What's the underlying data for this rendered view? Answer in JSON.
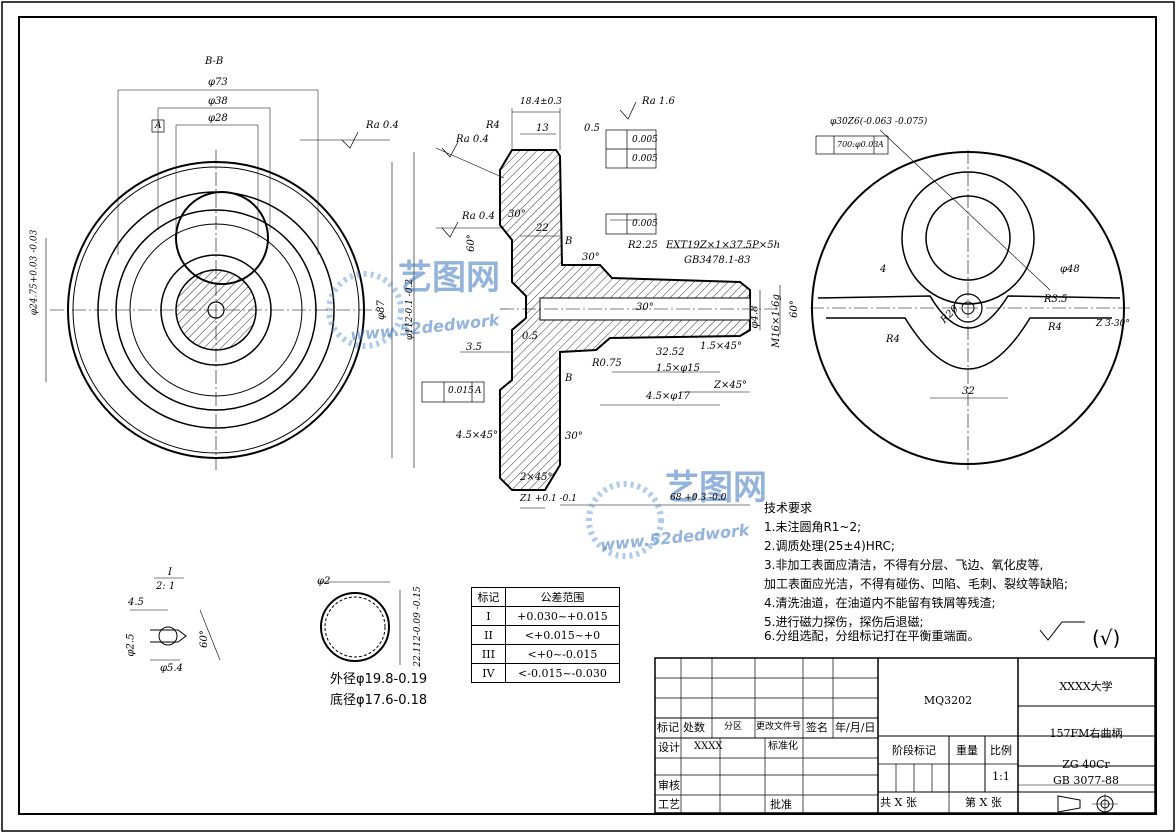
{
  "section_title": "B-B",
  "dims_left": {
    "d73": "φ73",
    "d38": "φ38",
    "d28": "φ28",
    "datum_a": "A",
    "ra04": "Ra 0.4",
    "d24": "φ24.75+0.03 -0.03",
    "d87": "φ87",
    "d112": "φ112-0.1 -0.2"
  },
  "dims_section": {
    "w18": "18.4±0.3",
    "w13": "13",
    "r4": "R4",
    "ra04a": "Ra 0.4",
    "ra04b": "Ra 0.4",
    "ra16": "Ra 1.6",
    "v05a": "0.5",
    "v05b": "0.5",
    "tol_circ": "0.005",
    "tol_cyl": "0.005",
    "tol_cyl2": "0.005",
    "a30a": "30°",
    "a30b": "30°",
    "a30c": "30°",
    "a30d": "30°",
    "a60": "60°",
    "d22": "22",
    "b_top": "B",
    "b_bot": "B",
    "r225": "R2.25",
    "thread": "EXT19Z×1×37.5P×5h",
    "std": "GB3478.1-83",
    "d35": "3.5",
    "d32": "32.52",
    "r075": "R0.75",
    "c15": "1.5×45°",
    "c15b": "1.5×φ15",
    "c45": "4.5×φ17",
    "z45": "Z×45°",
    "d48": "φ4.8",
    "m16": "M16×1-6g",
    "a60b": "60°",
    "perp": "0.015",
    "datum_a2": "A",
    "c45b": "4.5×45°",
    "c2": "2×45°",
    "z1": "Z1 +0.1 -0.1",
    "l68": "68 +0.3 -0.0"
  },
  "dims_right": {
    "d30": "φ30Z6(-0.063 -0.075)",
    "par_tol": "700:φ0.03",
    "datum": "A",
    "d4": "4",
    "r4": "R4",
    "d48": "φ48",
    "r35": "R3.5",
    "r20": "R20",
    "r4b": "R4",
    "z330": "Z 3-30°",
    "d32": "32"
  },
  "detail": {
    "label_i": "I",
    "scale": "2: 1",
    "d45": "4.5",
    "d25": "φ2.5",
    "d54": "φ5.4",
    "a60": "60°",
    "d2": "φ2",
    "d22": "22.112-0.09 -0.15",
    "od_label": "外径φ19.8-0.19",
    "root_label": "底径φ17.6-0.18"
  },
  "tolerance_table": {
    "headers": [
      "标记",
      "公差范围"
    ],
    "rows": [
      [
        "I",
        "+0.030~+0.015"
      ],
      [
        "II",
        "<+0.015~+0"
      ],
      [
        "III",
        "<+0~-0.015"
      ],
      [
        "IV",
        "<-0.015~-0.030"
      ]
    ]
  },
  "tech_requirements": {
    "title": "技术要求",
    "items": [
      "1.未注圆角R1~2;",
      "2.调质处理(25±4)HRC;",
      "3.非加工表面应清洁，不得有分层、飞边、氧化皮等,",
      "加工表面应光洁，不得有碰伤、凹陷、毛刺、裂纹等缺陷;",
      "4.清洗油道，在油道内不能留有铁屑等残渣;",
      "5.进行磁力探伤，探伤后退磁;",
      "6.分组选配，分组标记打在平衡重端面。"
    ],
    "roughness_symbol": "(√)"
  },
  "title_block": {
    "drawing_no": "MQ3202",
    "university": "XXXX大学",
    "part_name": "157FM右曲柄",
    "material": "ZG 40Cr",
    "standard": "GB 3077-88",
    "stage_label": "阶段标记",
    "weight_label": "重量",
    "scale_label": "比例",
    "scale_value": "1:1",
    "mark_label": "标记",
    "count_label": "处数",
    "zone_label": "分区",
    "doc_label": "更改文件号",
    "sign_label": "签名",
    "date_label": "年/月/日",
    "design_label": "设计",
    "designer": "XXXX",
    "std_label": "标准化",
    "review_label": "审核",
    "process_label": "工艺",
    "approve_label": "批准",
    "total_sheets": "共 X 张",
    "sheet_no": "第 X 张"
  },
  "watermark": {
    "brand1": "艺图网",
    "url1": "www.52dedwork",
    "brand2": "艺图网",
    "url2": "www.52dedwork"
  }
}
